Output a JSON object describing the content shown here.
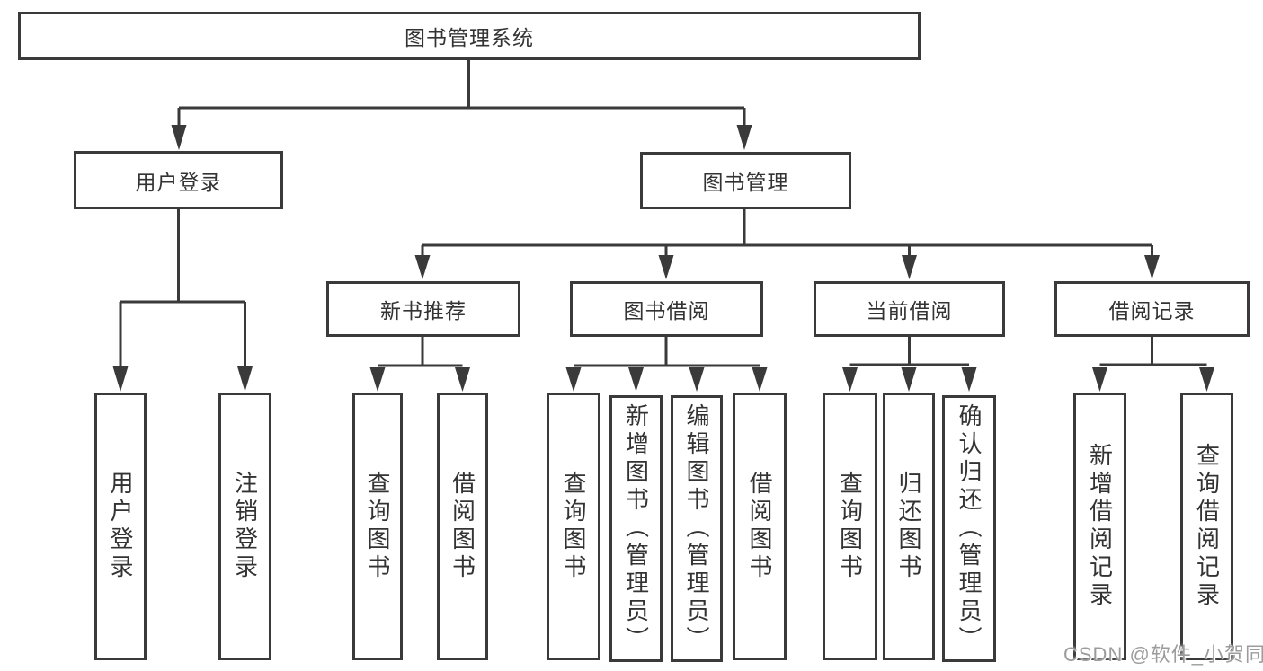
{
  "diagram": {
    "root": {
      "label": "图书管理系统"
    },
    "branches": [
      {
        "label": "用户登录",
        "children": [
          {
            "label": "用户登录"
          },
          {
            "label": "注销登录"
          }
        ]
      },
      {
        "label": "图书管理",
        "children": [
          {
            "label": "新书推荐",
            "children": [
              {
                "label": "查询图书"
              },
              {
                "label": "借阅图书"
              }
            ]
          },
          {
            "label": "图书借阅",
            "children": [
              {
                "label": "查询图书"
              },
              {
                "label": "新增图书（管理员）"
              },
              {
                "label": "编辑图书（管理员）"
              },
              {
                "label": "借阅图书"
              }
            ]
          },
          {
            "label": "当前借阅",
            "children": [
              {
                "label": "查询图书"
              },
              {
                "label": "归还图书"
              },
              {
                "label": "确认归还（管理员）"
              }
            ]
          },
          {
            "label": "借阅记录",
            "children": [
              {
                "label": "新增借阅记录"
              },
              {
                "label": "查询借阅记录"
              }
            ]
          }
        ]
      }
    ],
    "colors": {
      "line": "#3a3a3a",
      "text": "#333333",
      "background": "#ffffff",
      "watermark_color": "#9c9c9c"
    }
  },
  "watermark": {
    "text": "CSDN @软件_小贺同学"
  }
}
